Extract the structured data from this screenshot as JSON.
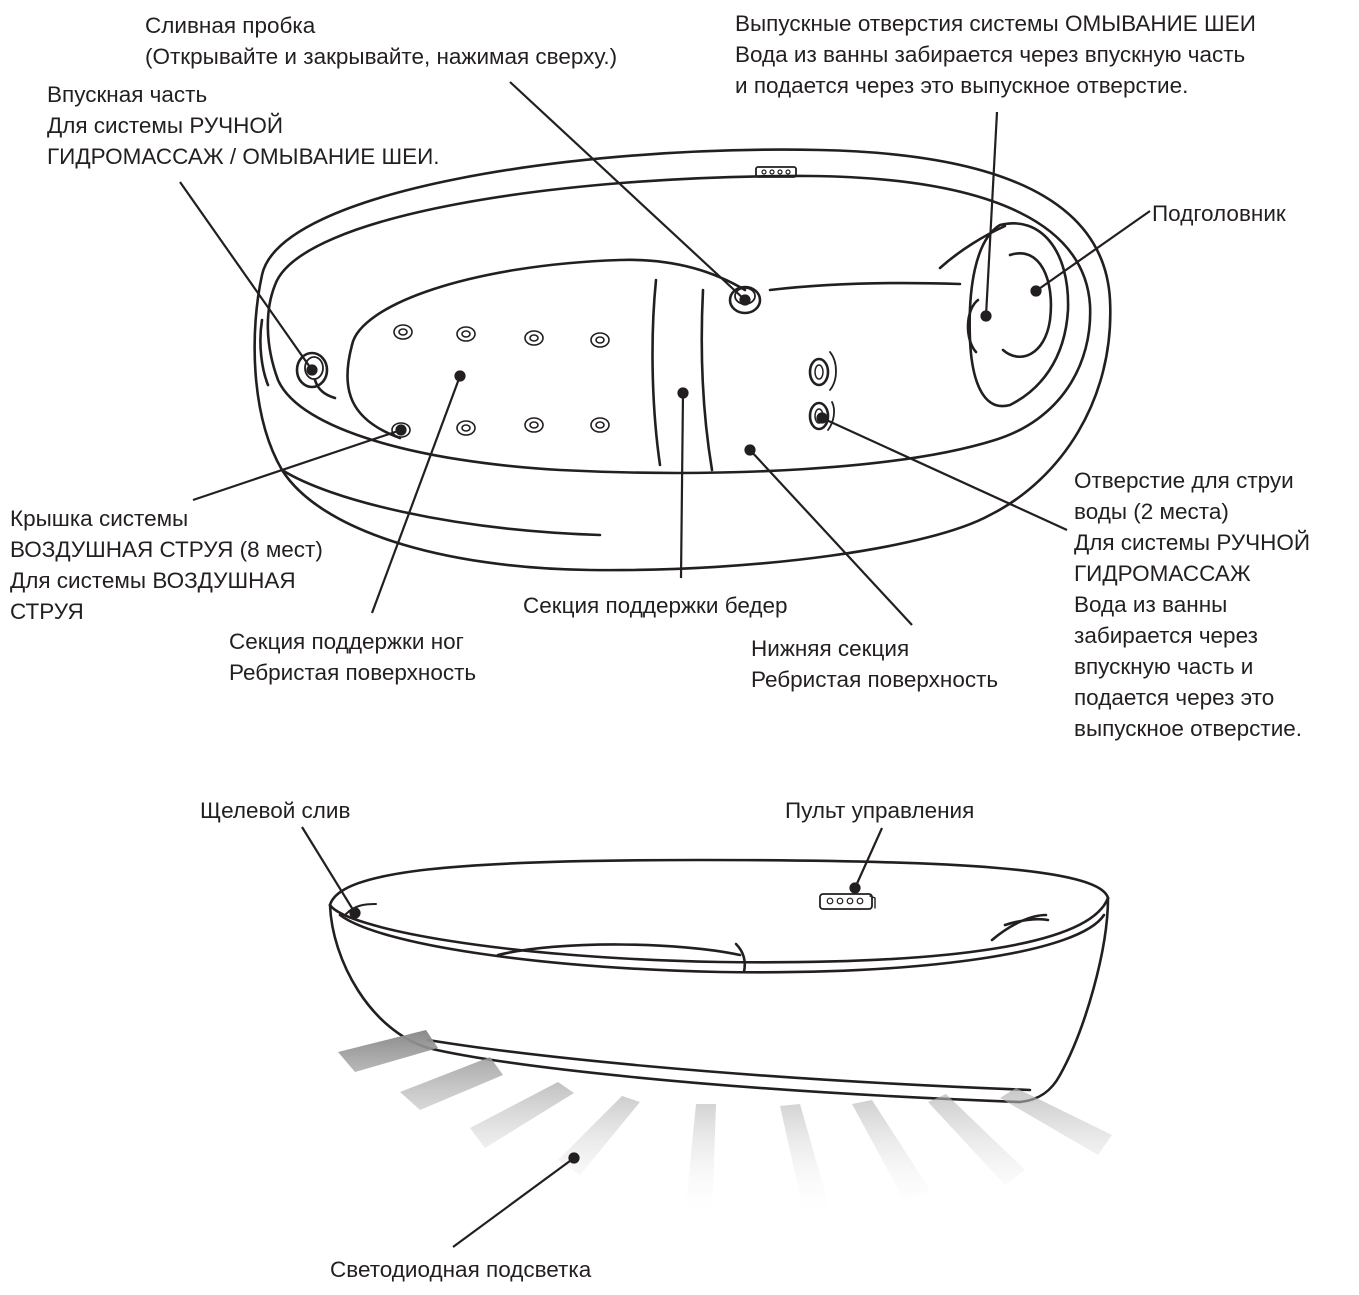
{
  "labels": {
    "drain_stopper": [
      "Сливная пробка",
      "(Открывайте и закрывайте, нажимая сверху.)"
    ],
    "inlet": [
      "Впускная часть",
      "Для системы РУЧНОЙ",
      "ГИДРОМАССАЖ / ОМЫВАНИЕ ШЕИ."
    ],
    "neck_outlets": [
      "Выпускные отверстия системы ОМЫВАНИЕ ШЕИ",
      "Вода из ванны забирается через впускную часть",
      "и подается через это выпускное отверстие."
    ],
    "headrest": [
      "Подголовник"
    ],
    "air_jet_cover": [
      "Крышка системы",
      "ВОЗДУШНАЯ СТРУЯ (8 мест)",
      "Для системы ВОЗДУШНАЯ",
      "СТРУЯ"
    ],
    "leg_support": [
      "Секция поддержки ног",
      "Ребристая поверхность"
    ],
    "thigh_support": [
      "Секция поддержки бедер"
    ],
    "bottom_section": [
      "Нижняя секция",
      "Ребристая поверхность"
    ],
    "water_jet": [
      "Отверстие для струи",
      "воды (2 места)",
      "Для системы РУЧНОЙ",
      "ГИДРОМАССАЖ",
      "Вода из ванны",
      "забирается через",
      "впускную часть и",
      "подается через это",
      "выпускное отверстие."
    ],
    "slot_drain": [
      "Щелевой слив"
    ],
    "control_panel": [
      "Пульт управления"
    ],
    "led_light": [
      "Светодиодная подсветка"
    ]
  },
  "icons": {
    "top_view": "bathtub-top-view-icon",
    "side_view": "bathtub-side-view-icon",
    "light_rays": "led-light-rays-icon"
  },
  "colors": {
    "line": "#231f20",
    "background": "#ffffff",
    "ray": "#9a9a9a"
  }
}
